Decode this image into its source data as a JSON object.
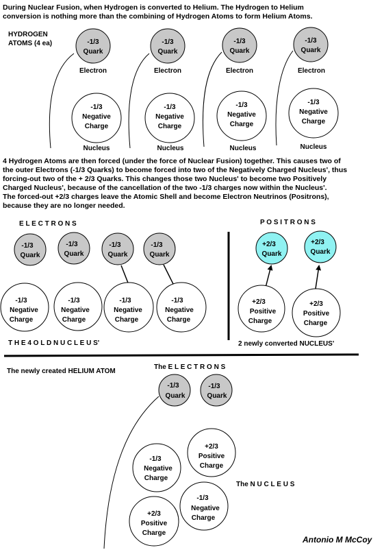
{
  "intro": {
    "line1": "During Nuclear Fusion, when Hydrogen is converted to Helium. The Hydrogen to Helium",
    "line2": "conversion is nothing more than the combining of Hydrogen Atoms to form Helium Atoms."
  },
  "section1": {
    "label_line1": "HYDROGEN",
    "label_line2": "ATOMS (4 ea)",
    "quark_line1": "-1/3",
    "quark_line2": "Quark",
    "electron_label": "Electron",
    "nucleus_line1": "-1/3",
    "nucleus_line2": "Negative",
    "nucleus_line3": "Charge",
    "nucleus_label": "Nucleus"
  },
  "explanation": {
    "lines": [
      "4 Hydrogen Atoms are then forced (under the force of Nuclear Fusion) together. This causes two of",
      "the outer Electrons (-1/3 Quarks) to become forced into two of the Negatively Charged Nucleus', thus",
      "forcing-out two of the + 2/3 Quarks. This changes those two Nucleus'  to become two Positively",
      "Charged Nucleus', because of  the cancellation of the two -1/3 charges now within the Nucleus'.",
      "The forced-out +2/3 charges leave the Atomic Shell and become Electron Neutrinos (Positrons),",
      "because they are no longer needed."
    ]
  },
  "section2": {
    "electrons_heading": "E L E C T R O N S",
    "positrons_heading": "P O S I T R O N S",
    "quark_line1": "-1/3",
    "quark_line2": "Quark",
    "positron_line1": "+2/3",
    "positron_line2": "Quark",
    "neg_line1": "-1/3",
    "neg_line2": "Negative",
    "neg_line3": "Charge",
    "pos_line1": "+2/3",
    "pos_line2": "Positive",
    "pos_line3": "Charge",
    "old_nucleus_caption": "T H E  4  O L D  N U C L E U S'",
    "converted_caption": "2 newly converted NUCLEUS'"
  },
  "section3": {
    "helium_caption": "The newly created HELIUM ATOM",
    "electrons_heading": "The  E L E C T R O N S",
    "quark_line1": "-1/3",
    "quark_line2": "Quark",
    "pos_line1": "+2/3",
    "pos_line2": "Positive",
    "pos_line3": "Charge",
    "neg_line1": "-1/3",
    "neg_line2": "Negative",
    "neg_line3": "Charge",
    "nucleus_heading": "The N U C L E U S"
  },
  "signature": "Antonio M McCoy",
  "colors": {
    "electron_fill": "#c8c8c8",
    "positron_fill": "#8ff2f2",
    "nucleus_fill": "#ffffff",
    "stroke": "#000000"
  }
}
